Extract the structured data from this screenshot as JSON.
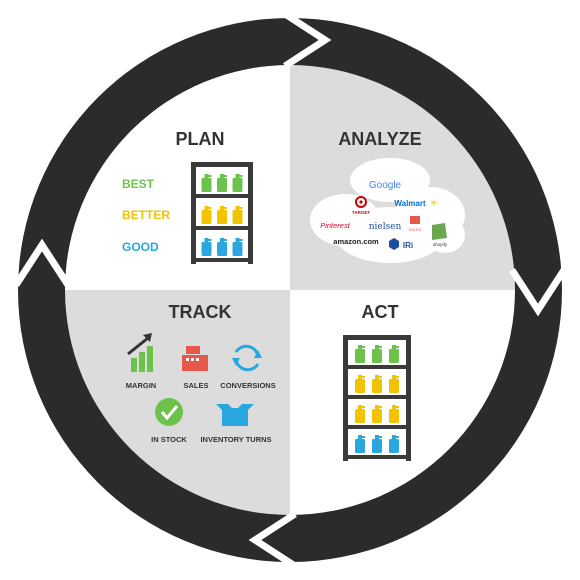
{
  "colors": {
    "ring": "#2b2b2b",
    "quadrant_light": "#ffffff",
    "quadrant_shaded": "#dcdcdc",
    "shelf": "#3a3a3a",
    "green": "#6cc24a",
    "yellow": "#f2c300",
    "blue": "#29a8e0",
    "red": "#e8584a"
  },
  "plan": {
    "title": "PLAN",
    "tiers": [
      {
        "label": "BEST",
        "color": "#6cc24a"
      },
      {
        "label": "BETTER",
        "color": "#f2c300"
      },
      {
        "label": "GOOD",
        "color": "#29a8e0"
      }
    ]
  },
  "analyze": {
    "title": "ANALYZE",
    "logos": [
      {
        "text": "Google",
        "color": "#4285f4"
      },
      {
        "text": "TARGET",
        "color": "#cc0000"
      },
      {
        "text": "Walmart",
        "color": "#0071ce"
      },
      {
        "text": "Pinterest",
        "color": "#e60023"
      },
      {
        "text": "nielsen",
        "color": "#1f4e9c"
      },
      {
        "text": "SALES",
        "color": "#e8584a"
      },
      {
        "text": "shopify",
        "color": "#6aa84f"
      },
      {
        "text": "amazon.com",
        "color": "#222222"
      },
      {
        "text": "IRi",
        "color": "#1f4e9c"
      }
    ]
  },
  "track": {
    "title": "TRACK",
    "metrics": [
      {
        "label": "MARGIN",
        "icon": "bar-chart-arrow-icon"
      },
      {
        "label": "SALES",
        "icon": "cash-register-icon"
      },
      {
        "label": "CONVERSIONS",
        "icon": "refresh-arrows-icon"
      },
      {
        "label": "IN STOCK",
        "icon": "check-circle-icon"
      },
      {
        "label": "INVENTORY TURNS",
        "icon": "open-box-icon"
      }
    ]
  },
  "act": {
    "title": "ACT",
    "shelf_rows": [
      "green",
      "yellow",
      "yellow",
      "blue"
    ]
  }
}
